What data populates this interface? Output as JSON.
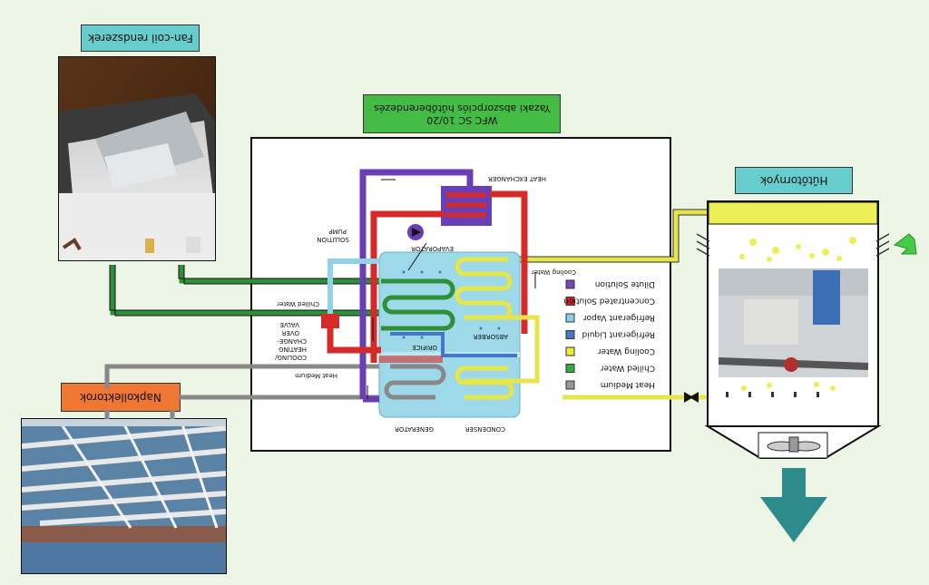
{
  "labels": {
    "fan_coil": "Fan-coil rendszerek",
    "absorption_line1": "WFC SC 10/20",
    "absorption_line2": "Yazaki abszorpciós hűtőberendezés",
    "solar": "Napkollektorok",
    "cooling_tower": "Hűtőtornyok"
  },
  "diagram": {
    "heat_exchanger": "HEAT EXCHANGER",
    "solution_pump_1": "SOLUTION",
    "solution_pump_2": "PUMP",
    "evaporator": "EVAPORATOR",
    "absorber": "ABSORBER",
    "orifice": "ORIFICE",
    "generator": "GENERATOR",
    "condenser": "CONDENSER",
    "cooling_water": "Cooling Water",
    "chilled_water": "Chilled Water",
    "heat_medium": "Heat Medium",
    "valve_1": "COOLING/",
    "valve_2": "HEATING",
    "valve_3": "CHANGE-",
    "valve_4": "OVER",
    "valve_5": "VALVE"
  },
  "legend": [
    {
      "label": "Heat Medium",
      "color": "#999999"
    },
    {
      "label": "Chilled Water",
      "color": "#33aa44"
    },
    {
      "label": "Cooling Water",
      "color": "#eeee33"
    },
    {
      "label": "Refrigerant Liquid",
      "color": "#4477cc"
    },
    {
      "label": "Refrigerant Vapor",
      "color": "#88ccee"
    },
    {
      "label": "Concentrated Solution",
      "color": "#dd2222"
    },
    {
      "label": "Dilute Solution",
      "color": "#7744bb"
    }
  ],
  "colors": {
    "background": "#edf5e6",
    "chilled_water": "#2f8f3a",
    "cooling_water": "#e6e64a",
    "heat_medium": "#888888",
    "dilute_solution": "#6a3fb5",
    "concentrated_solution": "#d42a2a",
    "refrigerant_vapor": "#8fd3e8",
    "vessel": "#9dd9e8"
  }
}
